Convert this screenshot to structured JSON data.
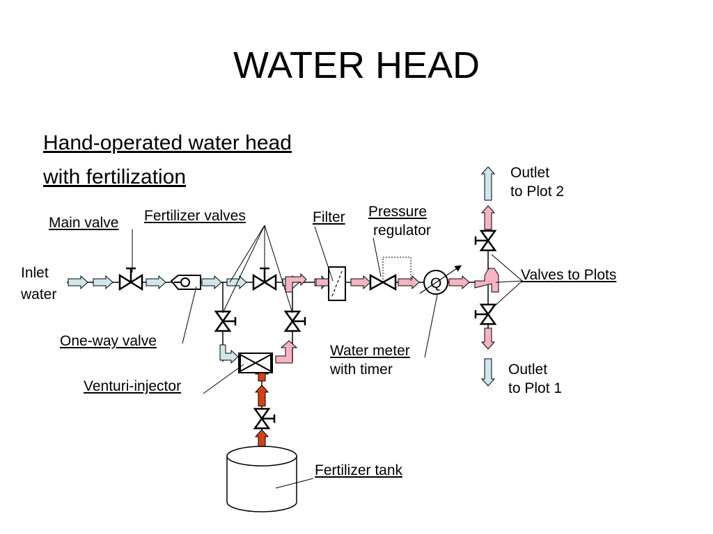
{
  "title": "WATER HEAD",
  "subtitle_line1": "Hand-operated water head",
  "subtitle_line2": "with fertilization",
  "labels": {
    "main_valve": "Main valve",
    "fertilizer_valves": "Fertilizer valves",
    "filter": "Filter",
    "pressure_regulator_1": "Pressure",
    "pressure_regulator_2": "regulator",
    "inlet_1": "Inlet",
    "inlet_2": "water",
    "one_way_valve": "One-way valve",
    "venturi_injector": "Venturi-injector",
    "water_meter_1": "Water meter",
    "water_meter_2": "with timer",
    "fertilizer_tank": "Fertilizer tank",
    "valves_to_plots": "Valves to Plots",
    "outlet2_1": "Outlet",
    "outlet2_2": "to Plot 2",
    "outlet1_1": "Outlet",
    "outlet1_2": "to Plot 1",
    "meter_symbol": "Q"
  },
  "colors": {
    "water_arrow": "#cfe6ec",
    "treated_arrow": "#f7b3c0",
    "fertilizer_arrow": "#d9400f",
    "line": "#000000"
  }
}
